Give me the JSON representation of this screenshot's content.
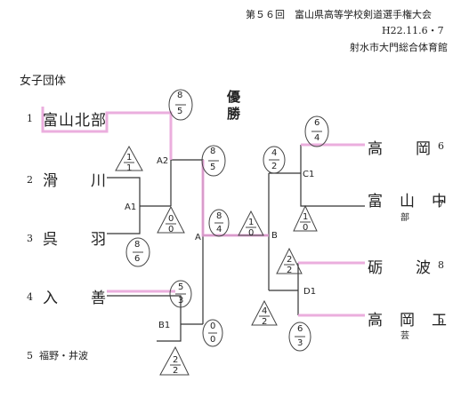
{
  "header": {
    "title": "第５６回　富山県高等学校剣道選手権大会",
    "date": "H22.11.6・7",
    "venue": "射水市大門総合体育館"
  },
  "division": "女子団体",
  "champion_label": "優勝",
  "left_teams": [
    {
      "num": "1",
      "name": "富山北部"
    },
    {
      "num": "2",
      "name": "滑　　川"
    },
    {
      "num": "3",
      "name": "呉　　羽"
    },
    {
      "num": "4",
      "name": "入　　善"
    },
    {
      "num": "5",
      "name": "福野・井波"
    }
  ],
  "right_teams": [
    {
      "num": "6",
      "name": "高　　岡"
    },
    {
      "num": "7",
      "name": "富　山　中",
      "sub": "部"
    },
    {
      "num": "8",
      "name": "砺　　波"
    },
    {
      "num": "9",
      "name": "高　岡　工",
      "sub": "芸"
    }
  ],
  "nodes": {
    "a1": "A1",
    "a2": "A2",
    "a": "A",
    "b": "B",
    "b1": "B1",
    "c1": "C1",
    "d1": "D1"
  },
  "scores": [
    {
      "id": "s-a2-top",
      "top": "8",
      "bottom": "5"
    },
    {
      "id": "s-a2-bottom",
      "top": "8",
      "bottom": "5"
    },
    {
      "id": "s-a1-top",
      "top": "1",
      "bottom": "1"
    },
    {
      "id": "s-a1-bottom",
      "top": "0",
      "bottom": "0"
    },
    {
      "id": "s-kureha",
      "top": "8",
      "bottom": "6"
    },
    {
      "id": "s-final-a",
      "top": "8",
      "bottom": "4"
    },
    {
      "id": "s-final-b",
      "top": "1",
      "bottom": "0"
    },
    {
      "id": "s-b1-top",
      "top": "5",
      "bottom": "3"
    },
    {
      "id": "s-b1-mid",
      "top": "0",
      "bottom": "0"
    },
    {
      "id": "s-b1-bottom",
      "top": "2",
      "bottom": "2"
    },
    {
      "id": "s-c1-top",
      "top": "6",
      "bottom": "4"
    },
    {
      "id": "s-c1-left",
      "top": "4",
      "bottom": "2"
    },
    {
      "id": "s-c1-bottom",
      "top": "1",
      "bottom": "0"
    },
    {
      "id": "s-d1-top",
      "top": "2",
      "bottom": "2"
    },
    {
      "id": "s-d1-left",
      "top": "4",
      "bottom": "2"
    },
    {
      "id": "s-d1-bottom",
      "top": "6",
      "bottom": "3"
    }
  ],
  "colors": {
    "winner_line": "#e8a0d8",
    "line": "#333333"
  }
}
